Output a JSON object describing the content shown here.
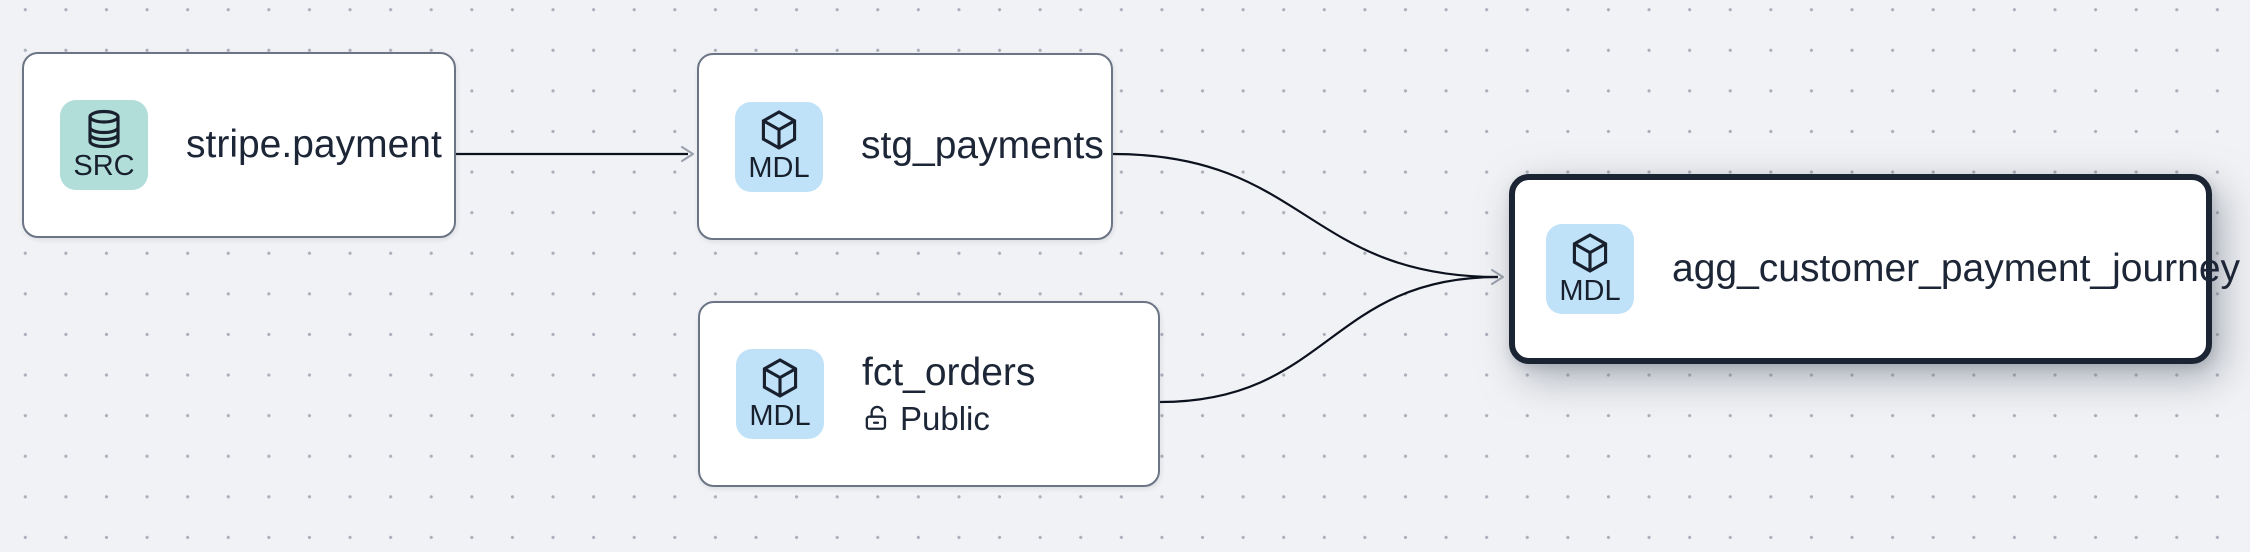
{
  "diagram": {
    "type": "lineage-graph",
    "nodes": [
      {
        "title": "stripe.payment",
        "badge": "SRC",
        "badge_icon": "database-icon",
        "selected": false
      },
      {
        "title": "stg_payments",
        "badge": "MDL",
        "badge_icon": "cube-icon",
        "selected": false
      },
      {
        "title": "fct_orders",
        "badge": "MDL",
        "badge_icon": "cube-icon",
        "subtitle": "Public",
        "subtitle_icon": "lock-open-icon",
        "selected": false
      },
      {
        "title": "agg_customer_payment_journey",
        "badge": "MDL",
        "badge_icon": "cube-icon",
        "selected": true
      }
    ],
    "edges": [
      {
        "from": "stripe.payment",
        "to": "stg_payments"
      },
      {
        "from": "stg_payments",
        "to": "agg_customer_payment_journey"
      },
      {
        "from": "fct_orders",
        "to": "agg_customer_payment_journey"
      }
    ],
    "colors": {
      "canvas_bg": "#f1f2f5",
      "dot": "#a9aeb9",
      "node_bg": "#ffffff",
      "node_border": "#6b7585",
      "selected_node_border": "#1b2433",
      "text": "#1d2636",
      "src_badge_bg": "#b2ded9",
      "mdl_badge_bg": "#c0e2f8",
      "edge": "#0c111e",
      "arrowhead": "#99a0ac"
    }
  }
}
